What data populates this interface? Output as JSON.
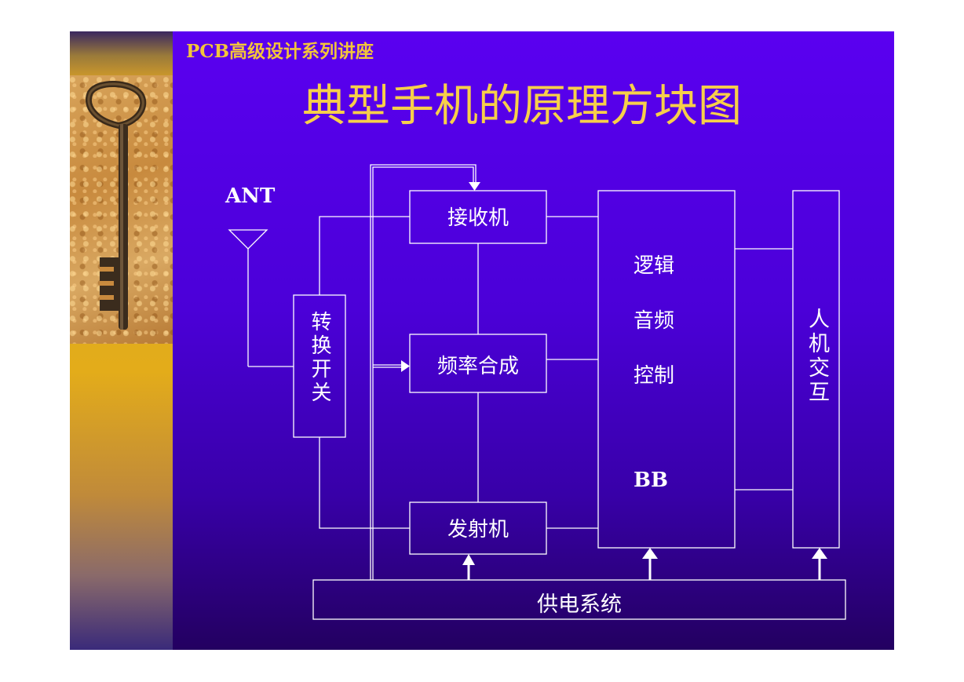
{
  "header": {
    "subtitle": "PCB高级设计系列讲座",
    "title": "典型手机的原理方块图"
  },
  "diagram": {
    "antenna_label": "ANT",
    "switch_label": "转换开关",
    "receiver_label": "接收机",
    "synth_label": "频率合成",
    "transmitter_label": "发射机",
    "bb_lines": [
      "逻辑",
      "音频",
      "控制",
      "BB"
    ],
    "hmi_label": "人机交互",
    "power_label": "供电系统"
  },
  "colors": {
    "background_top": "#5a00f0",
    "title": "#f7cf4a",
    "subtitle": "#f3c53a",
    "lines": "#ffffff"
  }
}
